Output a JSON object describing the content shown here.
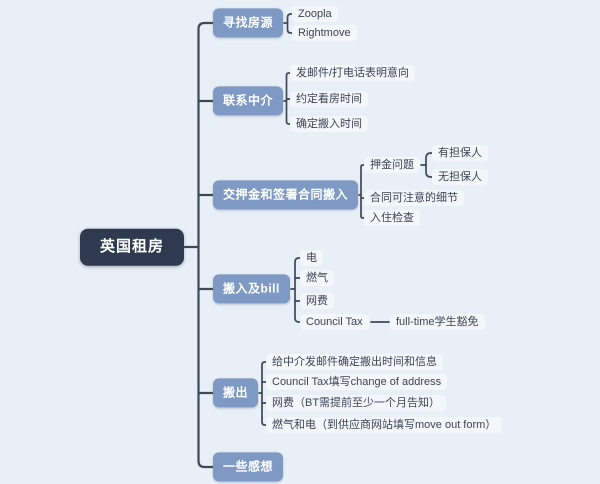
{
  "colors": {
    "canvas_bg": "#e9eff6",
    "root_bg": "#2e3a50",
    "branch_bg": "#7d99c4",
    "node_text": "#ffffff",
    "leaf_bg": "#f3f6fa",
    "leaf_text": "#3c4454",
    "line": "#3e4858"
  },
  "mindmap": {
    "root": {
      "label": "英国租房"
    },
    "branches": [
      {
        "label": "寻找房源",
        "children": [
          {
            "label": "Zoopla"
          },
          {
            "label": "Rightmove"
          }
        ]
      },
      {
        "label": "联系中介",
        "children": [
          {
            "label": "发邮件/打电话表明意向"
          },
          {
            "label": "约定看房时间"
          },
          {
            "label": "确定搬入时间"
          }
        ]
      },
      {
        "label": "交押金和签署合同搬入",
        "children": [
          {
            "label": "押金问题",
            "children": [
              {
                "label": "有担保人"
              },
              {
                "label": "无担保人"
              }
            ]
          },
          {
            "label": "合同可注意的细节"
          },
          {
            "label": "入住检查"
          }
        ]
      },
      {
        "label": "搬入及bill",
        "children": [
          {
            "label": "电"
          },
          {
            "label": "燃气"
          },
          {
            "label": "网费"
          },
          {
            "label": "Council Tax",
            "children": [
              {
                "label": "full-time学生豁免"
              }
            ]
          }
        ]
      },
      {
        "label": "搬出",
        "children": [
          {
            "label": "给中介发邮件确定搬出时间和信息"
          },
          {
            "label": "Council Tax填写change of address"
          },
          {
            "label": "网费（BT需提前至少一个月告知）"
          },
          {
            "label": "燃气和电（到供应商网站填写move out form）"
          }
        ]
      },
      {
        "label": "一些感想",
        "children": []
      }
    ]
  }
}
